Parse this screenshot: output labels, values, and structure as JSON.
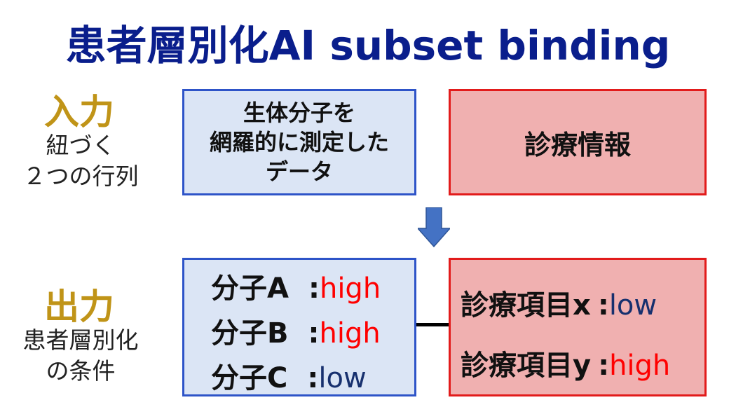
{
  "title": "患者層別化AI subset binding",
  "input": {
    "heading": "入力",
    "sub_lines": [
      "紐づく",
      "２つの行列"
    ],
    "molecule_box_lines": [
      "生体分子を",
      "網羅的に測定した",
      "データ"
    ],
    "clinical_box": "診療情報"
  },
  "output": {
    "heading": "出力",
    "sub_lines": [
      "患者層別化",
      "の条件"
    ],
    "molecules": [
      {
        "name": "分子A",
        "sep": ":",
        "value": "high"
      },
      {
        "name": "分子B",
        "sep": ":",
        "value": "high"
      },
      {
        "name": "分子C",
        "sep": ":",
        "value": "low"
      }
    ],
    "clinical_items": [
      {
        "name": "診療項目x",
        "sep": ":",
        "value": "low"
      },
      {
        "name": "診療項目y",
        "sep": ":",
        "value": "high"
      }
    ]
  },
  "colors": {
    "title": "#0a1e8c",
    "heading": "#c09418",
    "blue_fill": "#dbe5f5",
    "blue_border": "#2e54c8",
    "red_fill": "#f0b0b0",
    "red_border": "#e21b1b",
    "high": "#ff0000",
    "low": "#17306e",
    "arrow": "#4472c4"
  },
  "icons": {
    "flow_arrow": "down-arrow-icon"
  }
}
